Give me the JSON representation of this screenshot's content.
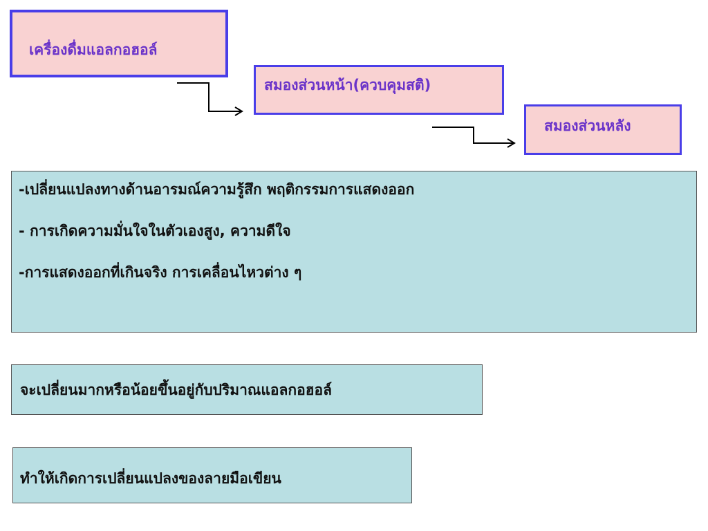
{
  "diagram": {
    "nodes": {
      "alcohol": {
        "label": "เครื่องดื่มแอลกอฮอล์"
      },
      "frontal_brain": {
        "label": "สมองส่วนหน้า(ควบคุมสติ)"
      },
      "rear_brain": {
        "label": "สมองส่วนหลัง"
      }
    },
    "edges": [
      {
        "from": "alcohol",
        "to": "frontal_brain"
      },
      {
        "from": "frontal_brain",
        "to": "rear_brain"
      }
    ]
  },
  "effects": {
    "lines": [
      "-เปลี่ยนแปลงทางด้านอารมณ์ความรู้สึก พฤติกรรมการแสดงออก",
      "- การเกิดความมั่นใจในตัวเองสูง, ความดีใจ",
      "-การแสดงออกที่เกินจริง การเคลื่อนไหวต่าง ๆ"
    ]
  },
  "notes": {
    "amount": "จะเปลี่ยนมากหรือน้อยขึ้นอยู่กับปริมาณแอลกอฮอล์",
    "handwriting": "ทำให้เกิดการเปลี่ยนแปลงของลายมือเขียน"
  },
  "colors": {
    "node_fill": "#f9d2d2",
    "node_border": "#4a3ee8",
    "node_text": "#6a33c9",
    "panel_fill": "#b9dfe3",
    "panel_border": "#555555",
    "arrow": "#000000"
  }
}
